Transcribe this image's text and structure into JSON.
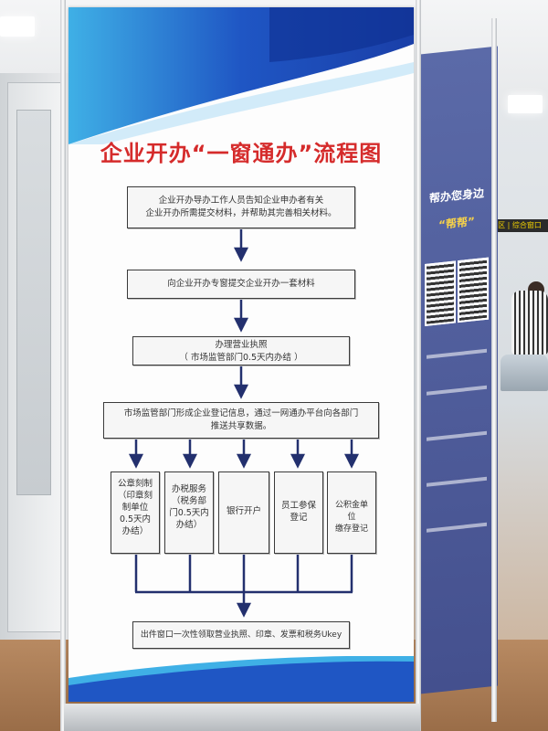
{
  "poster": {
    "title": "企业开办“一窗通办”流程图",
    "steps": [
      {
        "line1": "企业开办导办工作人员告知企业申办者有关",
        "line2": "企业开办所需提交材料，并帮助其完善相关材料。"
      },
      {
        "line1": "向企业开办专窗提交企业开办一套材料"
      },
      {
        "line1": "办理营业执照",
        "line2": "（ 市场监管部门0.5天内办结 ）"
      },
      {
        "line1": "市场监管部门形成企业登记信息，通过一网通办平台向各部门",
        "line2": "推送共享数据。"
      }
    ],
    "branches": [
      {
        "lines": [
          "公章刻制",
          "（印章刻",
          "制单位",
          "0.5天内",
          "办结）"
        ]
      },
      {
        "lines": [
          "办税服务",
          "（税务部",
          "门0.5天内",
          "办结）"
        ]
      },
      {
        "lines": [
          "银行开户"
        ]
      },
      {
        "lines": [
          "员工参保",
          "登记"
        ]
      },
      {
        "lines": [
          "公积金单位",
          "缴存登记"
        ]
      }
    ],
    "final": "出件窗口一次性领取营业执照、印章、发票和税务Ukey"
  },
  "right_banner": {
    "title": "帮办您身边",
    "subtitle": "“帮帮”"
  },
  "background_sign": "区 | 综合窗口",
  "colors": {
    "title_red": "#d52b2b",
    "banner_blue": "#1f56c4",
    "banner_light": "#3fb0e6",
    "arrow": "#23306e"
  }
}
